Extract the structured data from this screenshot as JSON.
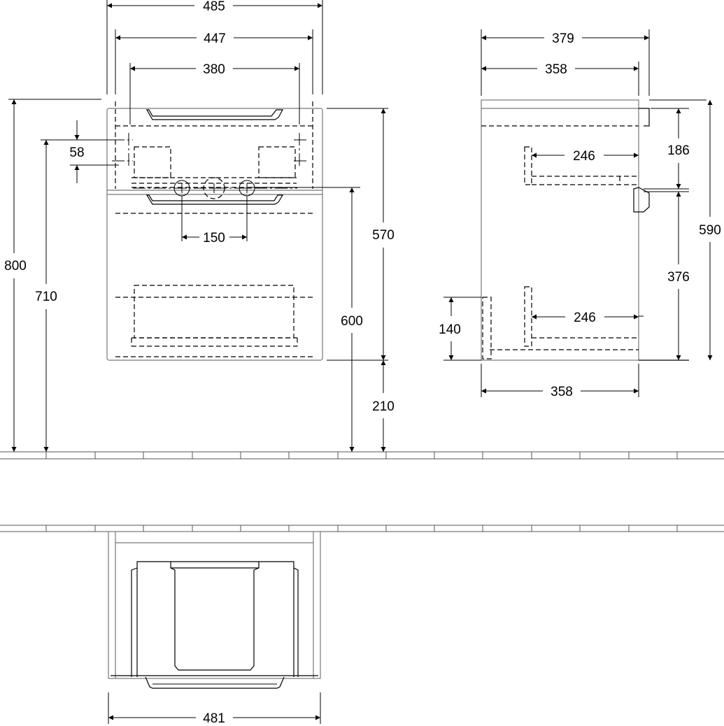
{
  "dimensions": {
    "front_width_outer": "485",
    "front_width_inner": "447",
    "front_basin_width": "380",
    "front_tap_offset": "58",
    "front_hole_spacing": "150",
    "front_total_height": "800",
    "front_basin_height": "710",
    "front_cabinet_height": "570",
    "front_pipe_height": "600",
    "front_floor_gap": "210",
    "side_depth_outer": "379",
    "side_depth_inner": "358",
    "side_depth_bottom": "358",
    "side_drawer_top_depth": "246",
    "side_drawer_bottom_depth": "246",
    "side_upper_height": "186",
    "side_lower_height": "376",
    "side_total_height": "590",
    "side_plinth_height": "140",
    "top_width": "481"
  },
  "colors": {
    "lines": "#000000",
    "hidden_lines": "#000000",
    "outline_grey": "#777777",
    "background": "#ffffff"
  }
}
